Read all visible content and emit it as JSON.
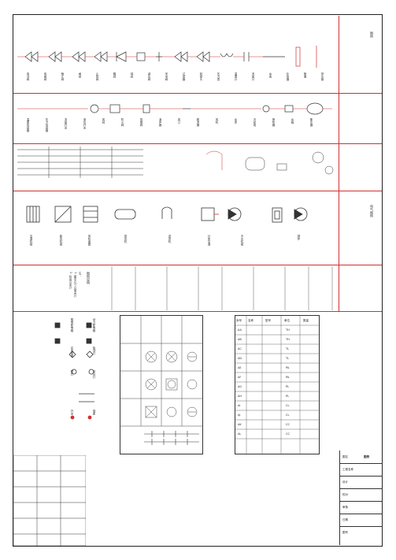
{
  "sheet": {
    "frame_title": "图例",
    "legend_heading": "图例说明",
    "section_title": "电气图例"
  },
  "rows": {
    "top_labels": [
      "电动阀",
      "电磁阀",
      "截止阀",
      "闸阀",
      "止回阀",
      "蝶阀",
      "球阀",
      "减压阀",
      "安全阀",
      "过滤器",
      "软接头",
      "压力表",
      "温度计",
      "流量计",
      "水表",
      "补偿器",
      "管道",
      "排水管"
    ],
    "second_labels": [
      "温度传感器",
      "压力传感器",
      "流量开关",
      "液位开关",
      "风阀",
      "防火阀",
      "排烟阀",
      "消声器",
      "风口",
      "散流器",
      "风机",
      "水泵",
      "冷却塔",
      "换热器",
      "水箱",
      "集水器"
    ],
    "mid_labels": [
      "空调机组",
      "新风机组",
      "风机盘管",
      "排风机",
      "送风机",
      "分体空调",
      "冷水机组",
      "锅炉"
    ]
  },
  "legend": {
    "symbols": [
      "照明配电箱",
      "动力配电箱",
      "应急照明",
      "吸顶灯",
      "壁灯",
      "荧光灯",
      "开关",
      "插座"
    ],
    "notes": [
      "注：",
      "1. 图中尺寸以毫米计",
      "2. 标高以米计"
    ]
  },
  "table": {
    "header": [
      "序号",
      "名称",
      "型号",
      "单位",
      "数量"
    ],
    "codes": [
      "AA",
      "AB",
      "AC",
      "AD",
      "AE",
      "AF",
      "AG",
      "AH",
      "AI",
      "AJ",
      "AK",
      "AL"
    ],
    "units": [
      "TH",
      "TH",
      "TL",
      "TL",
      "PA",
      "PA",
      "PL",
      "PL",
      "CL",
      "CL",
      "CC",
      "CC"
    ]
  },
  "title_block": {
    "rows": [
      "图名",
      "工程名称",
      "设计",
      "校对",
      "审核",
      "日期",
      "图号"
    ],
    "drawing_name": "图例"
  },
  "colors": {
    "frame": "#222222",
    "accent_red": "#d03030"
  }
}
